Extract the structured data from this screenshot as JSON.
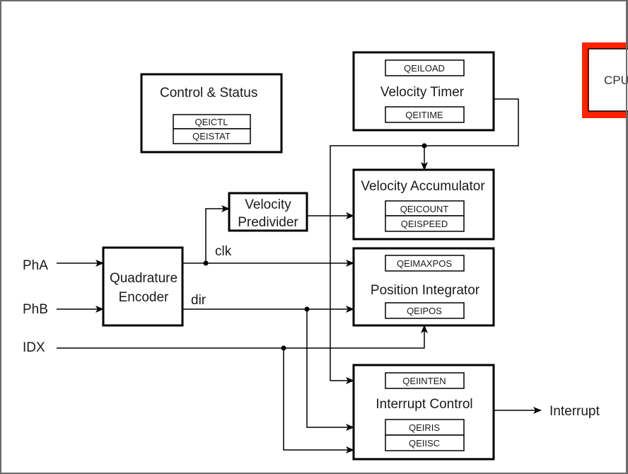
{
  "diagram": {
    "blocks": {
      "control_status": {
        "title": "Control & Status",
        "registers": [
          "QEICTL",
          "QEISTAT"
        ]
      },
      "velocity_timer": {
        "title": "Velocity Timer",
        "registers": [
          "QEILOAD",
          "QEITIME"
        ]
      },
      "velocity_accumulator": {
        "title": "Velocity Accumulator",
        "registers": [
          "QEICOUNT",
          "QEISPEED"
        ]
      },
      "velocity_predivider": {
        "title_line1": "Velocity",
        "title_line2": "Predivider"
      },
      "quadrature_encoder": {
        "title_line1": "Quadrature",
        "title_line2": "Encoder"
      },
      "position_integrator": {
        "title": "Position Integrator",
        "registers": [
          "QEIMAXPOS",
          "QEIPOS"
        ]
      },
      "interrupt_control": {
        "title": "Interrupt Control",
        "registers": [
          "QEIINTEN",
          "QEIRIS",
          "QEIISC"
        ]
      },
      "cpu": {
        "label": "CPU"
      }
    },
    "signals": {
      "inputs": [
        "PhA",
        "PhB",
        "IDX"
      ],
      "clk": "clk",
      "dir": "dir",
      "output": "Interrupt"
    },
    "colors": {
      "cpu_highlight": "#ff2200",
      "frame": "#6a6a6a"
    }
  }
}
